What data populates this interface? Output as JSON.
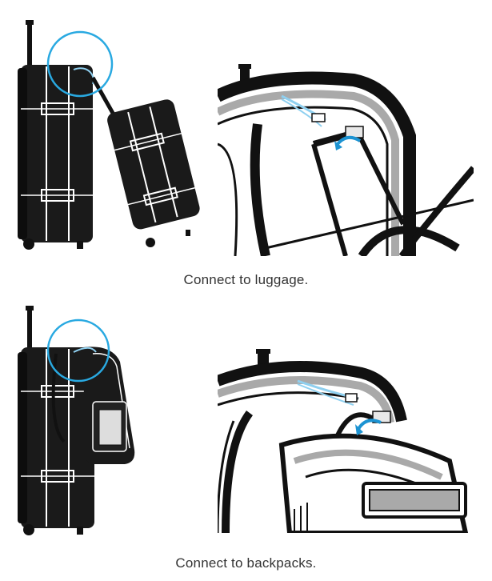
{
  "captions": {
    "luggage": "Connect to luggage.",
    "backpacks": "Connect to backpacks."
  },
  "colors": {
    "highlight_circle": "#29a9e1",
    "strap": "#8fd0f0",
    "arrow": "#1c93d2",
    "outline": "#111111",
    "gray_band": "#a9a9a9"
  },
  "icons": {
    "luggage_overview": "luggage-with-carryon-illustration",
    "luggage_detail": "luggage-handle-clip-detail-illustration",
    "backpack_overview": "luggage-with-backpack-illustration",
    "backpack_detail": "backpack-handle-clip-detail-illustration"
  }
}
